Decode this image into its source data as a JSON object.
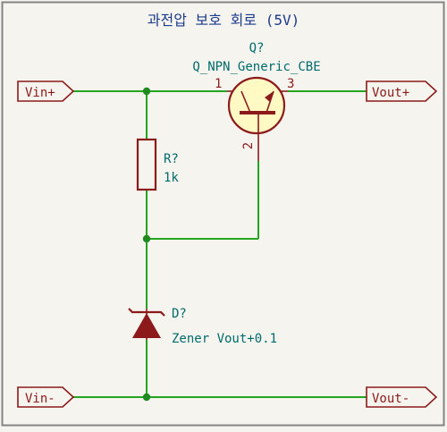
{
  "title": "과전압 보호 회로 (5V)",
  "ports": {
    "vin_plus": "Vin+",
    "vin_minus": "Vin-",
    "vout_plus": "Vout+",
    "vout_minus": "Vout-"
  },
  "transistor": {
    "ref": "Q?",
    "value": "Q_NPN_Generic_CBE",
    "pin_collector": "1",
    "pin_base": "2",
    "pin_emitter": "3"
  },
  "resistor": {
    "ref": "R?",
    "value": "1k"
  },
  "diode": {
    "ref": "D?",
    "value": "Zener Vout+0.1"
  },
  "colors": {
    "background": "#f5f4ef",
    "frame": "#848484",
    "wire": "#23a51f",
    "junction": "#1f8a1f",
    "component": "#8c1a1a",
    "transistor_fill": "#fff9c4",
    "text_teal": "#006b6b",
    "text_title": "#1a3a8a"
  }
}
